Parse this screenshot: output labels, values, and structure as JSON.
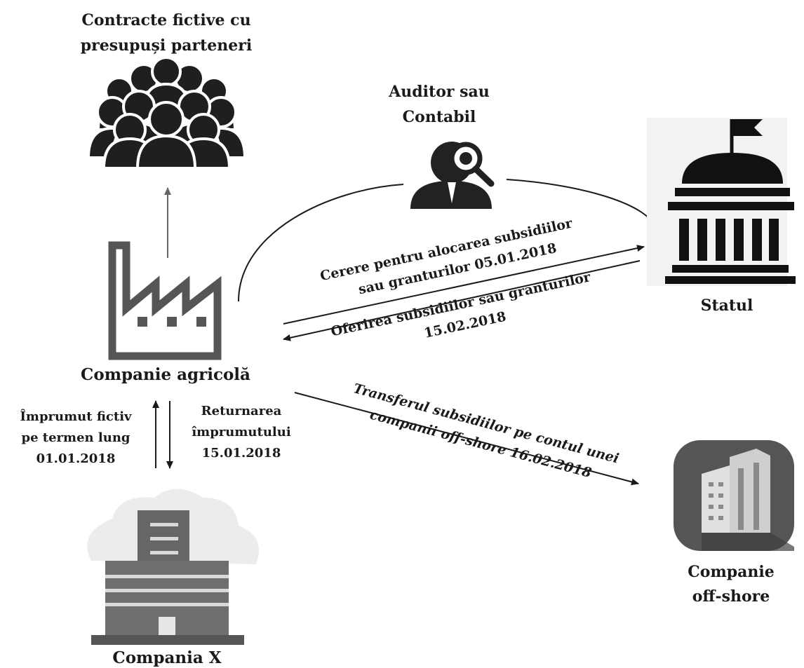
{
  "nodes": {
    "partners": {
      "label_line1": "Contracte fictive cu",
      "label_line2": "presupuși parteneri",
      "icon": "people-crowd-icon"
    },
    "auditor": {
      "label_line1": "Auditor sau",
      "label_line2": "Contabil",
      "icon": "auditor-magnifier-icon"
    },
    "state": {
      "label": "Statul",
      "icon": "government-building-icon"
    },
    "agri_company": {
      "label": "Companie agricolă",
      "icon": "factory-icon"
    },
    "company_x": {
      "label": "Compania X",
      "icon": "office-building-icon"
    },
    "offshore": {
      "label_line1": "Companie",
      "label_line2": "off-shore",
      "icon": "offshore-buildings-icon"
    }
  },
  "edges": {
    "loan": {
      "line1": "Împrumut fictiv",
      "line2": "pe termen lung",
      "line3": "01.01.2018"
    },
    "loan_return": {
      "line1": "Returnarea",
      "line2": "împrumutului",
      "line3": "15.01.2018"
    },
    "request": {
      "line1": "Cerere pentru alocarea subsidiilor",
      "line2": "sau granturilor 05.01.2018"
    },
    "offer": {
      "line1": "Oferirea subsidiilor sau granturilor",
      "line2": "15.02.2018"
    },
    "transfer": {
      "line1": "Transferul subsidiilor pe contul unei",
      "line2": "companii off-shore 16.02.2018"
    }
  },
  "colors": {
    "ink": "#1a1a1a",
    "icon_dark": "#222222",
    "icon_grey": "#6b6b6b",
    "icon_light": "#d9d9d9"
  }
}
